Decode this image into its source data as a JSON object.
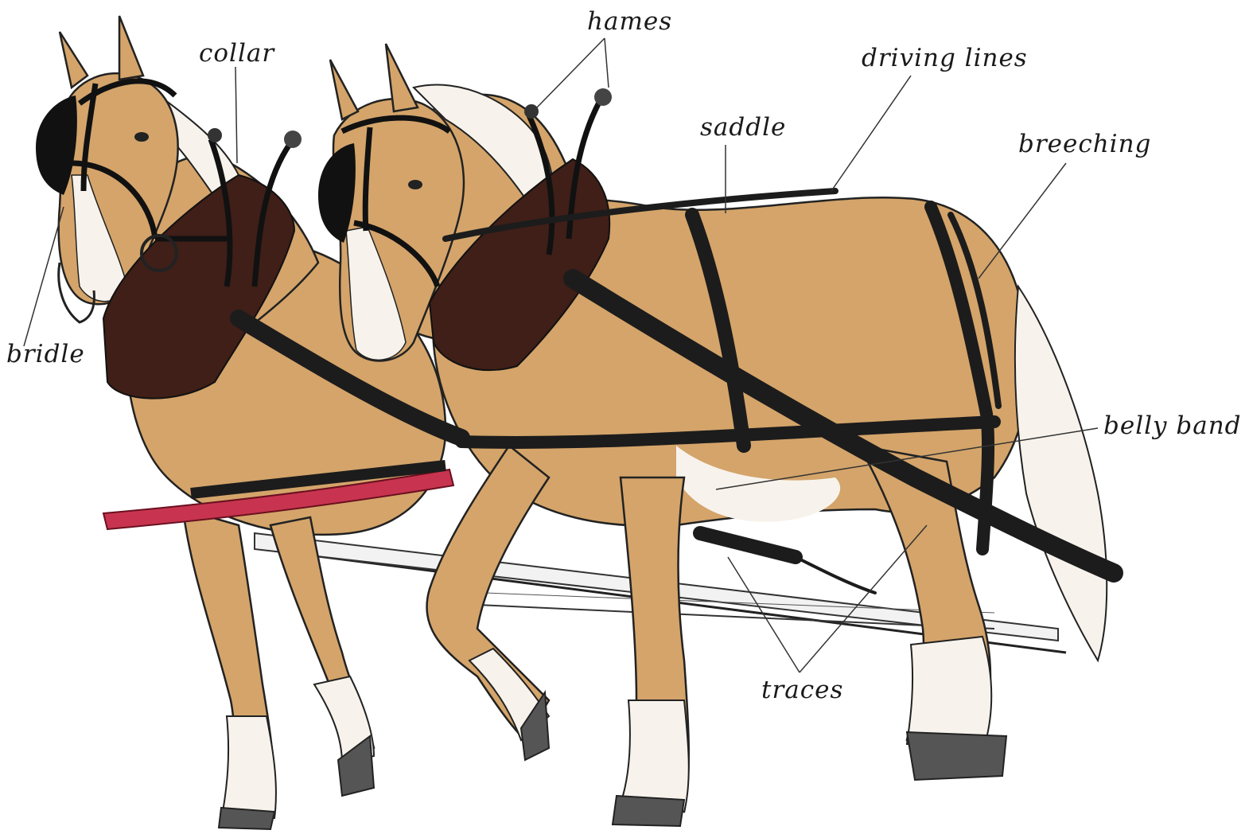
{
  "diagram": {
    "labels": {
      "hames": "hames",
      "collar": "collar",
      "driving_lines": "driving lines",
      "saddle": "saddle",
      "breeching": "breeching",
      "bridle": "bridle",
      "belly_band": "belly band",
      "traces": "traces"
    },
    "colors": {
      "coat": "#d4a46a",
      "coat_shadow": "#b07a3e",
      "white_markings": "#f7f3ec",
      "hoof": "#555555",
      "collar": "#3f1f18",
      "leather": "#1c1c1c",
      "neck_yoke": "#c8344f",
      "ink": "#222222"
    }
  }
}
